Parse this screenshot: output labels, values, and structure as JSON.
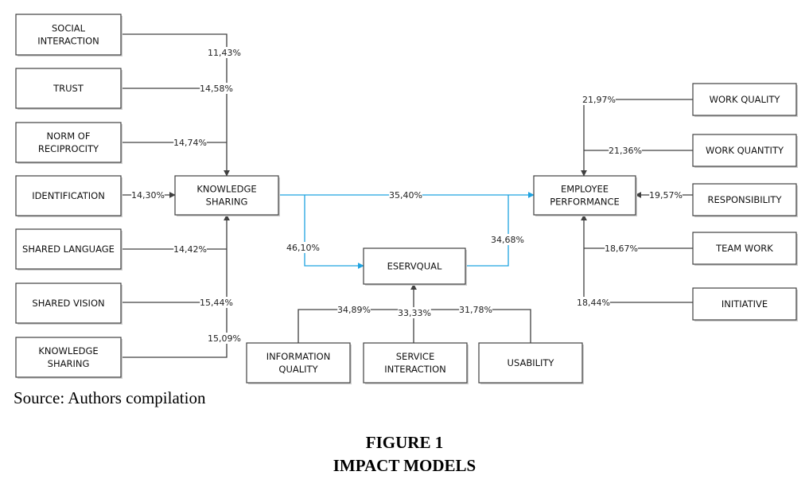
{
  "diagram": {
    "colors": {
      "box_border": "#404040",
      "line": "#404040",
      "blue": "#1fa3e0",
      "box_fill": "#ffffff"
    },
    "boxes": [
      {
        "id": "social-interaction",
        "lines": [
          "SOCIAL",
          "INTERACTION"
        ]
      },
      {
        "id": "trust",
        "lines": [
          "TRUST"
        ]
      },
      {
        "id": "norm-of-reciprocity",
        "lines": [
          "NORM OF",
          "RECIPROCITY"
        ]
      },
      {
        "id": "identification",
        "lines": [
          "IDENTIFICATION"
        ]
      },
      {
        "id": "shared-language",
        "lines": [
          "SHARED LANGUAGE"
        ]
      },
      {
        "id": "shared-vision",
        "lines": [
          "SHARED VISION"
        ]
      },
      {
        "id": "knowledge-sharing-input",
        "lines": [
          "KNOWLEDGE",
          "SHARING"
        ]
      },
      {
        "id": "knowledge-sharing",
        "lines": [
          "KNOWLEDGE",
          "SHARING"
        ]
      },
      {
        "id": "eservqual",
        "lines": [
          "ESERVQUAL"
        ]
      },
      {
        "id": "information-quality",
        "lines": [
          "INFORMATION",
          "QUALITY"
        ]
      },
      {
        "id": "service-interaction",
        "lines": [
          "SERVICE",
          "INTERACTION"
        ]
      },
      {
        "id": "usability",
        "lines": [
          "USABILITY"
        ]
      },
      {
        "id": "employee-performance",
        "lines": [
          "EMPLOYEE",
          "PERFORMANCE"
        ]
      },
      {
        "id": "work-quality",
        "lines": [
          "WORK QUALITY"
        ]
      },
      {
        "id": "work-quantity",
        "lines": [
          "WORK QUANTITY"
        ]
      },
      {
        "id": "responsibility",
        "lines": [
          "RESPONSIBILITY"
        ]
      },
      {
        "id": "team-work",
        "lines": [
          "TEAM WORK"
        ]
      },
      {
        "id": "initiative",
        "lines": [
          "INITIATIVE"
        ]
      }
    ],
    "edges": [
      {
        "id": "social-interaction-to-ks",
        "from": "social-interaction",
        "to": "knowledge-sharing",
        "label": "11,43%"
      },
      {
        "id": "trust-to-ks",
        "from": "trust",
        "to": "knowledge-sharing",
        "label": "14,58%"
      },
      {
        "id": "norm-to-ks",
        "from": "norm-of-reciprocity",
        "to": "knowledge-sharing",
        "label": "14,74%"
      },
      {
        "id": "identification-to-ks",
        "from": "identification",
        "to": "knowledge-sharing",
        "label": "14,30%"
      },
      {
        "id": "shared-language-to-ks",
        "from": "shared-language",
        "to": "knowledge-sharing",
        "label": "14,42%"
      },
      {
        "id": "shared-vision-to-ks",
        "from": "shared-vision",
        "to": "knowledge-sharing",
        "label": "15,44%"
      },
      {
        "id": "ks-input-to-ks",
        "from": "knowledge-sharing-input",
        "to": "knowledge-sharing",
        "label": "15,09%"
      },
      {
        "id": "ks-to-ep",
        "from": "knowledge-sharing",
        "to": "employee-performance",
        "label": "35,40%"
      },
      {
        "id": "ks-to-eservqual",
        "from": "knowledge-sharing",
        "to": "eservqual",
        "label": "46,10%"
      },
      {
        "id": "eservqual-to-ep",
        "from": "eservqual",
        "to": "employee-performance",
        "label": "34,68%"
      },
      {
        "id": "information-quality-to-eservqual",
        "from": "information-quality",
        "to": "eservqual",
        "label": "34,89%"
      },
      {
        "id": "service-interaction-to-eservqual",
        "from": "service-interaction",
        "to": "eservqual",
        "label": "33,33%"
      },
      {
        "id": "usability-to-eservqual",
        "from": "usability",
        "to": "eservqual",
        "label": "31,78%"
      },
      {
        "id": "work-quality-to-ep",
        "from": "work-quality",
        "to": "employee-performance",
        "label": "21,97%"
      },
      {
        "id": "work-quantity-to-ep",
        "from": "work-quantity",
        "to": "employee-performance",
        "label": "21,36%"
      },
      {
        "id": "responsibility-to-ep",
        "from": "responsibility",
        "to": "employee-performance",
        "label": "19,57%"
      },
      {
        "id": "team-work-to-ep",
        "from": "team-work",
        "to": "employee-performance",
        "label": "18,67%"
      },
      {
        "id": "initiative-to-ep",
        "from": "initiative",
        "to": "employee-performance",
        "label": "18,44%"
      }
    ]
  },
  "source": "Source: Authors compilation",
  "figure": {
    "number": "FIGURE 1",
    "title": "IMPACT MODELS"
  }
}
